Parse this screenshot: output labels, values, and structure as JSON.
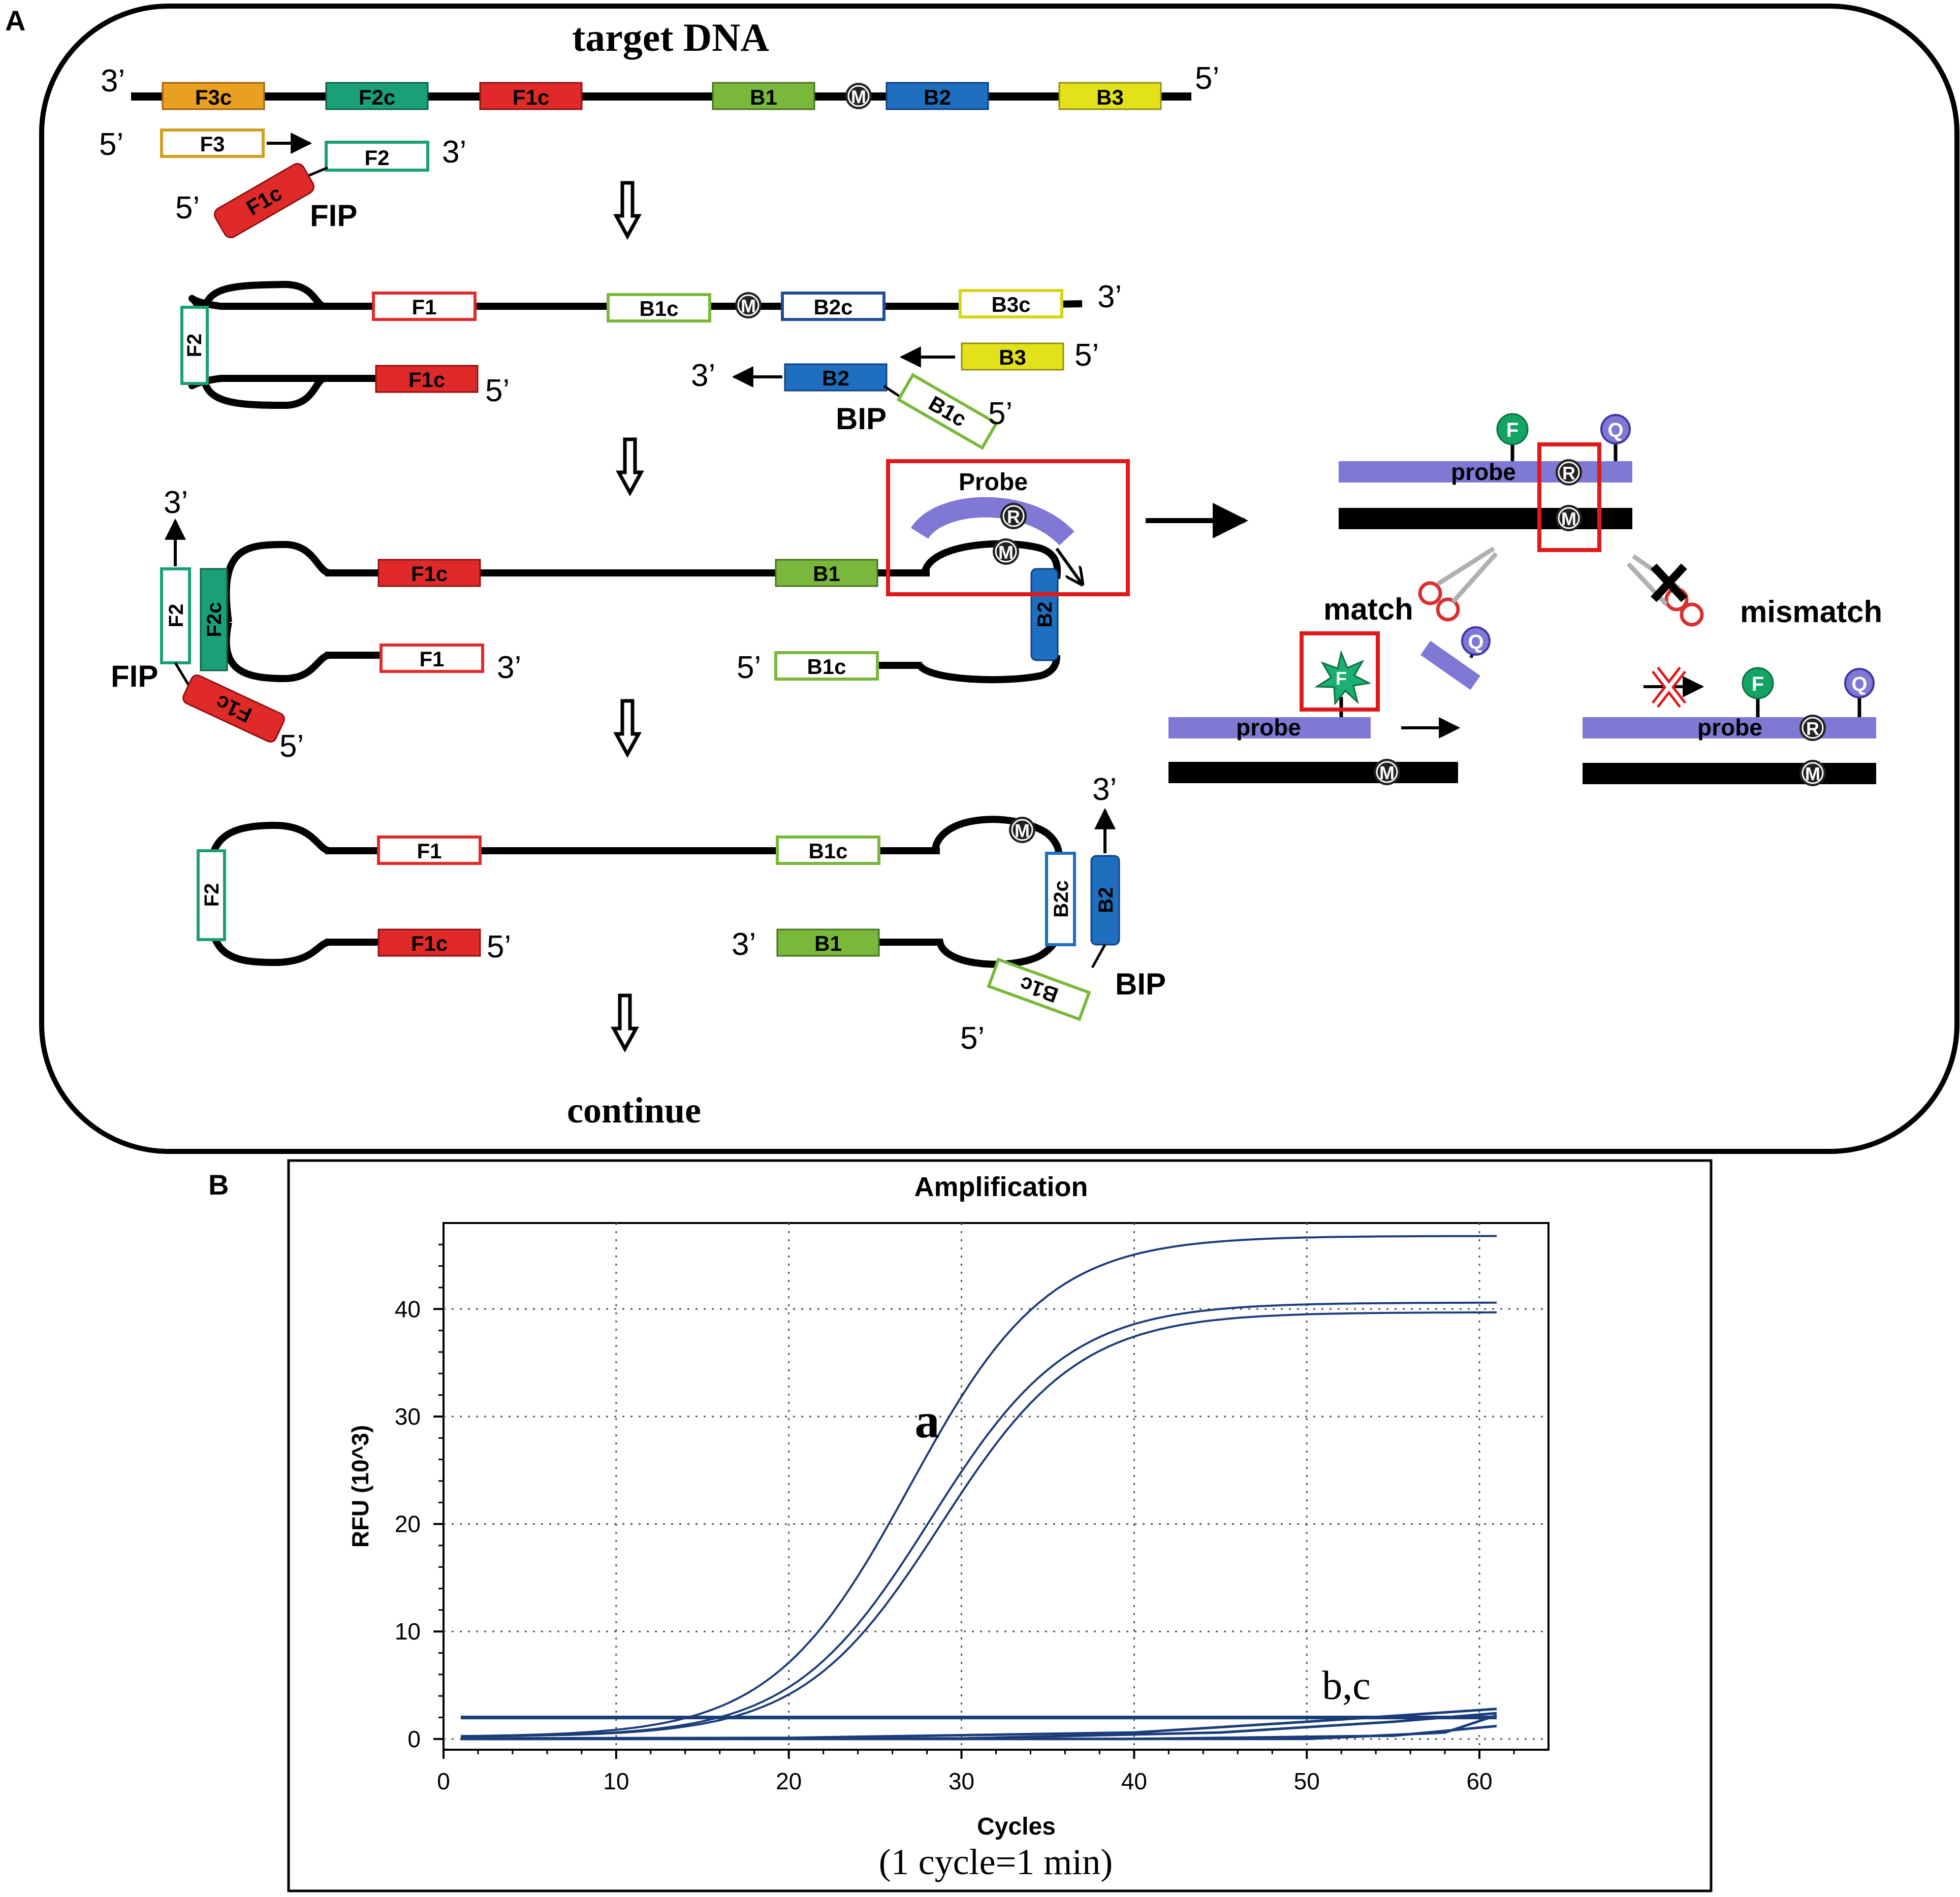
{
  "panelA": {
    "letter": "A",
    "title": "target DNA",
    "continue": "continue",
    "labels": {
      "three": "3’",
      "five": "5’",
      "FIP": "FIP",
      "BIP": "BIP",
      "probe_top": "Probe",
      "probe": "probe",
      "match": "match",
      "mismatch": "mismatch",
      "F": "F",
      "Q": "Q",
      "R": "R",
      "M": "M"
    },
    "segments": {
      "F3c": "F3c",
      "F2c": "F2c",
      "F1c": "F1c",
      "B1": "B1",
      "B2": "B2",
      "B3": "B3",
      "F3": "F3",
      "F2": "F2",
      "F1": "F1",
      "B1c": "B1c",
      "B2c": "B2c",
      "B3c": "B3c"
    },
    "colors": {
      "orange": "#e8a020",
      "teal": "#1aa079",
      "red": "#e02a2a",
      "green": "#79b83a",
      "blue": "#1f6fc0",
      "yellow": "#e3e11a",
      "probe": "#7f78d4",
      "box": "#e01a1a"
    }
  },
  "panelB": {
    "letter": "B",
    "curve_labels": {
      "a": "a",
      "bc": "b,c"
    },
    "unit_note": "(1 cycle=1 min)",
    "chart_data": {
      "type": "line",
      "title": "Amplification",
      "xlabel": "Cycles",
      "ylabel": "RFU (10^3)",
      "xlim": [
        0,
        64
      ],
      "ylim": [
        -1,
        48
      ],
      "xticks": [
        "0",
        "10",
        "20",
        "30",
        "40",
        "50",
        "60"
      ],
      "yticks": [
        "0",
        "10",
        "20",
        "30",
        "40"
      ],
      "grid": true,
      "line_color": "#1a3d7a",
      "series": [
        {
          "kind": "sigmoid",
          "base": 0.2,
          "top": 46.8,
          "mid": 27,
          "k": 0.25,
          "values": []
        },
        {
          "kind": "sigmoid",
          "base": 0.2,
          "top": 40.6,
          "mid": 28.2,
          "k": 0.25,
          "values": []
        },
        {
          "kind": "sigmoid",
          "base": 0.2,
          "top": 39.7,
          "mid": 28.8,
          "k": 0.25,
          "values": []
        },
        {
          "kind": "points",
          "values": [
            [
              1,
              2.0
            ],
            [
              61,
              2.0
            ]
          ]
        },
        {
          "kind": "points",
          "values": [
            [
              1,
              2.05
            ],
            [
              61,
              2.05
            ]
          ]
        },
        {
          "kind": "points",
          "values": [
            [
              1,
              1.95
            ],
            [
              61,
              1.95
            ]
          ]
        },
        {
          "kind": "points",
          "values": [
            [
              1,
              0.05
            ],
            [
              20,
              0.1
            ],
            [
              40,
              0.6
            ],
            [
              50,
              1.6
            ],
            [
              61,
              2.8
            ]
          ]
        },
        {
          "kind": "points",
          "values": [
            [
              1,
              0.0
            ],
            [
              30,
              0.05
            ],
            [
              45,
              0.6
            ],
            [
              55,
              1.6
            ],
            [
              61,
              2.4
            ]
          ]
        },
        {
          "kind": "points",
          "values": [
            [
              1,
              0.0
            ],
            [
              40,
              0.0
            ],
            [
              55,
              0.3
            ],
            [
              61,
              1.2
            ]
          ]
        },
        {
          "kind": "points",
          "values": [
            [
              1,
              0.0
            ],
            [
              50,
              0.0
            ],
            [
              58,
              0.6
            ],
            [
              61,
              2.2
            ]
          ]
        }
      ]
    }
  }
}
